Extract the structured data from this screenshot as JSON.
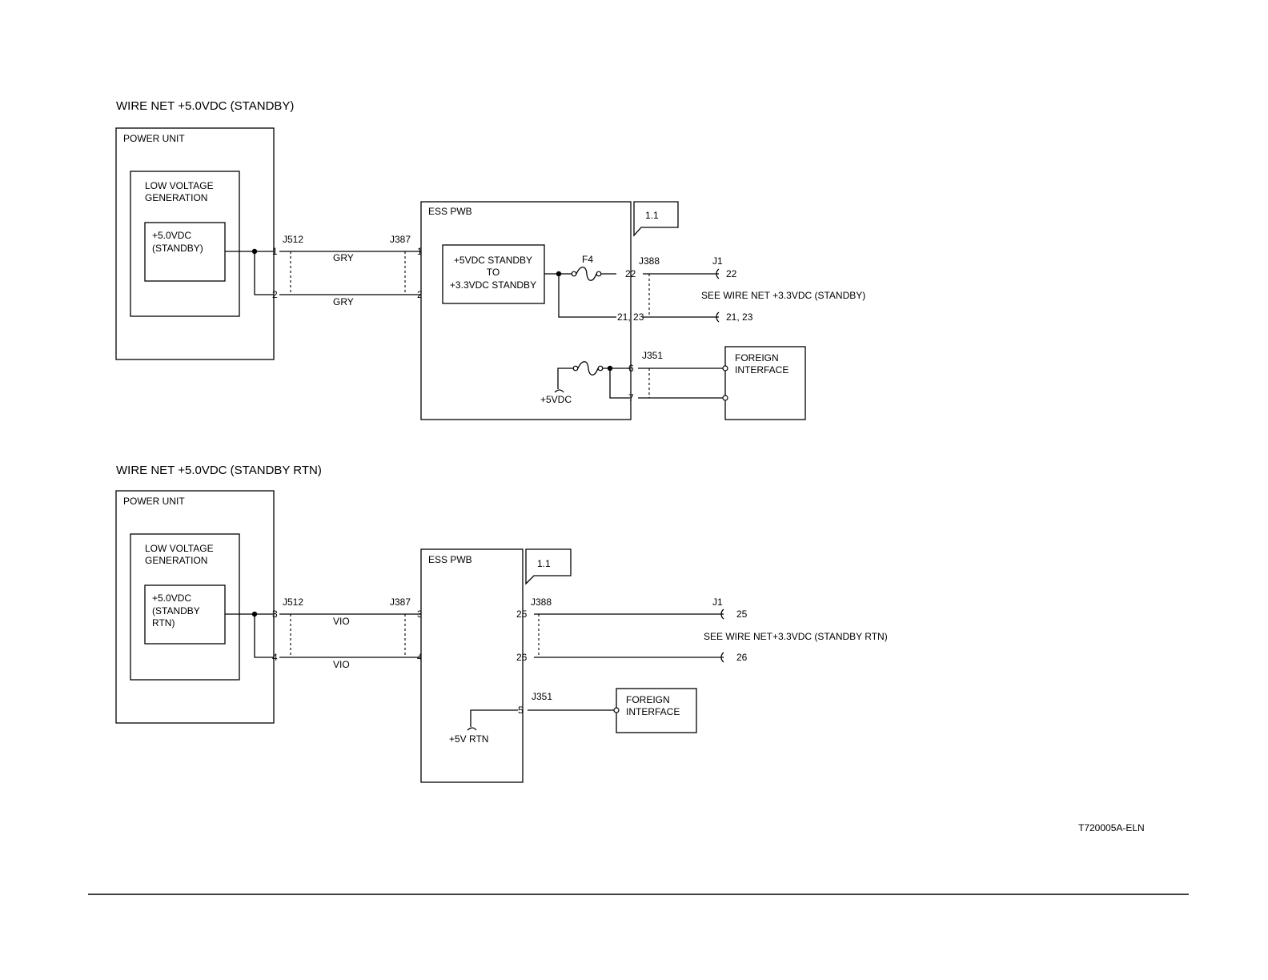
{
  "net1": {
    "title": "WIRE NET +5.0VDC (STANDBY)",
    "power_unit": "POWER UNIT",
    "lvg_1": "LOW VOLTAGE",
    "lvg_2": "GENERATION",
    "src_1": "+5.0VDC",
    "src_2": "(STANDBY)",
    "j512": "J512",
    "j387": "J387",
    "pin1": "1",
    "pin2": "2",
    "wire_color": "GRY",
    "ess": "ESS PWB",
    "flag": "1.1",
    "conv_1": "+5VDC STANDBY",
    "conv_2": "TO",
    "conv_3": "+3.3VDC STANDBY",
    "fuse": "F4",
    "j388": "J388",
    "p22": "22",
    "p2123": "21, 23",
    "j1": "J1",
    "see": "SEE WIRE NET +3.3VDC (STANDBY)",
    "j351": "J351",
    "p6": "6",
    "p7": "7",
    "v5": "+5VDC",
    "fi_1": "FOREIGN",
    "fi_2": "INTERFACE"
  },
  "net2": {
    "title": "WIRE NET +5.0VDC (STANDBY RTN)",
    "power_unit": "POWER UNIT",
    "lvg_1": "LOW VOLTAGE",
    "lvg_2": "GENERATION",
    "src_1": "+5.0VDC",
    "src_2": "(STANDBY",
    "src_3": "RTN)",
    "j512": "J512",
    "j387": "J387",
    "pin3": "3",
    "pin4": "4",
    "wire_color": "VIO",
    "ess": "ESS PWB",
    "flag": "1.1",
    "j388": "J388",
    "p25": "25",
    "p26": "26",
    "j1": "J1",
    "see": "SEE WIRE NET+3.3VDC (STANDBY RTN)",
    "j351": "J351",
    "p5": "5",
    "v5rtn": "+5V RTN",
    "fi_1": "FOREIGN",
    "fi_2": "INTERFACE"
  },
  "footer": {
    "doc_id": "T720005A-ELN"
  }
}
